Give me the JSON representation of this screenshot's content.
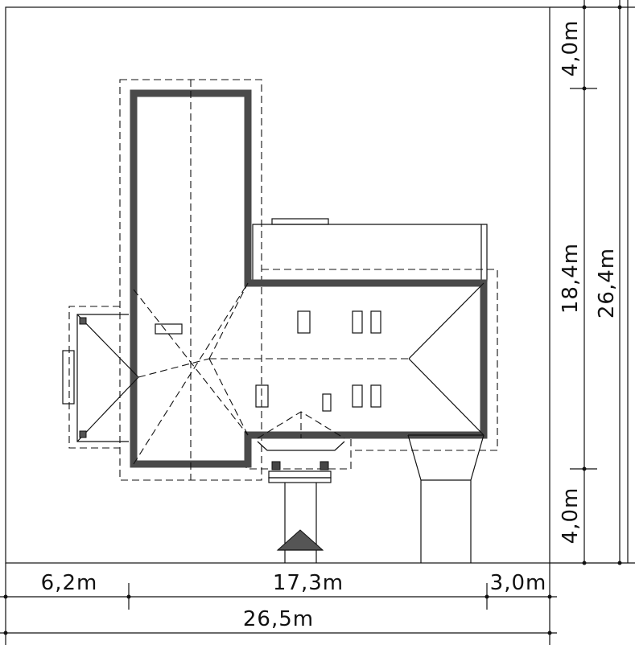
{
  "plot": {
    "dimensions": {
      "bottom_segments": [
        "6,2m",
        "17,3m",
        "3,0m"
      ],
      "bottom_total": "26,5m",
      "right_segments": [
        "4,0m",
        "18,4m",
        "4,0m"
      ],
      "right_total": "26,4m"
    },
    "colors": {
      "line": "#111111",
      "wall": "#4a4a4a",
      "entrance_marker": "#555555",
      "background": "#ffffff"
    }
  }
}
